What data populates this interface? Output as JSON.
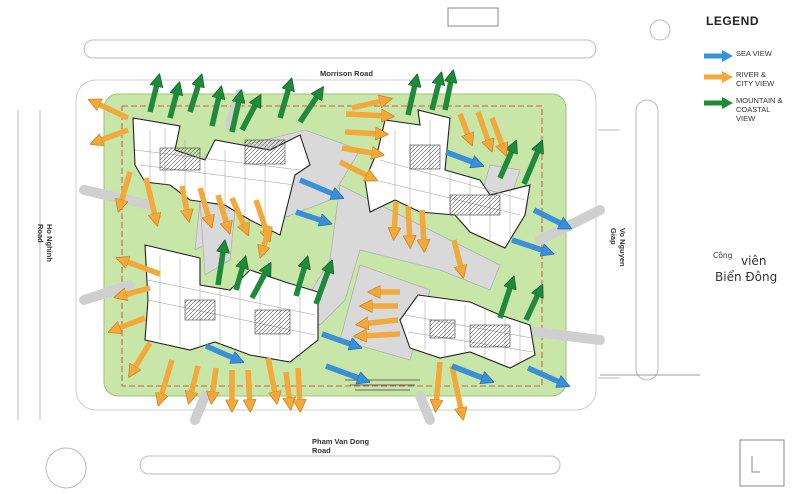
{
  "roads": {
    "north": "Morrison Road",
    "south": "Pham Van Dong\nRoad",
    "west": "Ho Nghinh\nRoad",
    "east": "Vo Nguyen\nGiap"
  },
  "park": {
    "line1": "Công",
    "line2": "viên",
    "line3": "Biển Đông"
  },
  "legend": {
    "title": "LEGEND",
    "items": [
      {
        "label": "SEA VIEW",
        "color": "#3a8fd9"
      },
      {
        "label": "RIVER &\nCITY VIEW",
        "color": "#f2a93b"
      },
      {
        "label": "MOUNTAIN &\nCOASTAL\nVIEW",
        "color": "#1f8a3a"
      }
    ]
  },
  "colors": {
    "sea": "#3a8fd9",
    "river": "#f2a93b",
    "mountain": "#1f8a3a",
    "lawn": "#c8e6a8",
    "plaza": "#d9d9d9",
    "boundary": "#cc3333"
  }
}
